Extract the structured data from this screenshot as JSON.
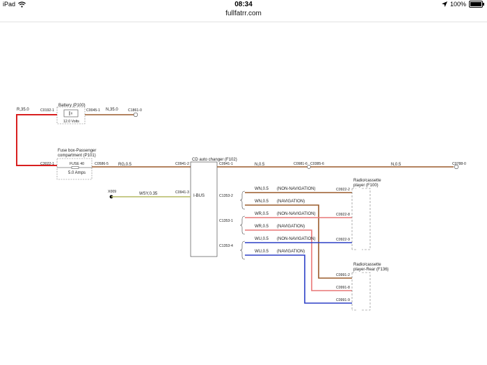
{
  "status_bar": {
    "device": "iPad",
    "time": "08:34",
    "battery_percent": "100%",
    "battery_level": 1.0
  },
  "browser": {
    "url": "fullfatrr.com"
  },
  "colors": {
    "red": "#d81e1e",
    "brown": "#9a5a2a",
    "olive": "#bfc27a",
    "blue": "#2b3fc6",
    "pink": "#e97777"
  },
  "diagram": {
    "battery": {
      "title": "Battery (P100)",
      "volts": "12.0 Volts"
    },
    "battery_wires": {
      "r35": "R,35.0",
      "n35": "N,35.0"
    },
    "battery_connectors": {
      "left": "C0192-1",
      "right": "C0045-1",
      "ground": "C1861-0"
    },
    "fusebox": {
      "title_line1": "Fuse box-Passenger",
      "title_line2": "compartment (P101)",
      "fuse": "FUSE 40",
      "amps": "5.0 Amps"
    },
    "fusebox_connectors": {
      "left": "C3022-1",
      "right": "C0586-5"
    },
    "wire_rg": "RG,0.5",
    "cd": {
      "title": "CD auto changer (F102)",
      "ibus": "I-BUS",
      "c_left_top": "C0941-2",
      "c_left_mid": "C0941-3",
      "c_right_top": "C0941-1"
    },
    "top_wire": {
      "label1": "N,0.5",
      "conn1": "C0981-6",
      "conn2": "C0385-6",
      "label2": "N,0.5",
      "end": "C0788-0"
    },
    "x009": {
      "label": "X009",
      "wire": "WSY,0.35"
    },
    "groups": [
      {
        "conn": "C1353-2",
        "lines": [
          {
            "wire": "WN,0.5",
            "desc": "(NON-NAVIGATION)"
          },
          {
            "wire": "WN,0.5",
            "desc": "(NAVIGATION)"
          }
        ]
      },
      {
        "conn": "C1353-1",
        "lines": [
          {
            "wire": "WR,0.5",
            "desc": "(NON-NAVIGATION)"
          },
          {
            "wire": "WR,0.5",
            "desc": "(NAVIGATION)"
          }
        ]
      },
      {
        "conn": "C1353-4",
        "lines": [
          {
            "wire": "WU,0.5",
            "desc": "(NON-NAVIGATION)"
          },
          {
            "wire": "WU,0.5",
            "desc": "(NAVIGATION)"
          }
        ]
      }
    ],
    "radio_front": {
      "line1": "Radio/cassette",
      "line2": "player (F100)",
      "connectors": [
        "C0922-2",
        "C0922-8",
        "C0922-9"
      ]
    },
    "radio_rear": {
      "line1": "Radio/cassette",
      "line2": "player-Rear (F136)",
      "connectors": [
        "C0991-2",
        "C0991-8",
        "C0991-9"
      ]
    }
  }
}
